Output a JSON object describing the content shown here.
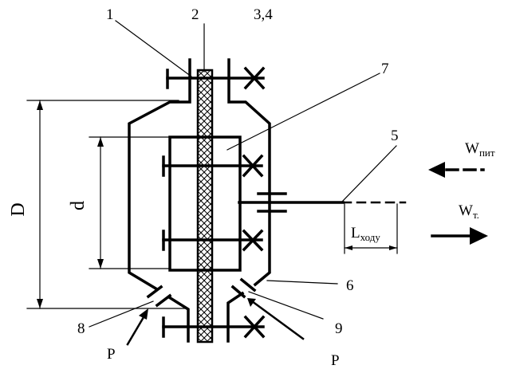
{
  "labels": {
    "n1": "1",
    "n2": "2",
    "n34": "3,4",
    "n5": "5",
    "n6": "6",
    "n7": "7",
    "n8": "8",
    "n9": "9",
    "D": "D",
    "d": "d",
    "P_left": "P",
    "P_right": "P",
    "W_pit_main": "W",
    "W_pit_sub": "пит",
    "W_t_main": "W",
    "W_t_sub": "т.",
    "L_main": "L",
    "L_sub": "ходу"
  },
  "icons": {
    "feed_arrow": "dashed-left-arrow",
    "exit_arrow": "solid-right-arrow"
  }
}
